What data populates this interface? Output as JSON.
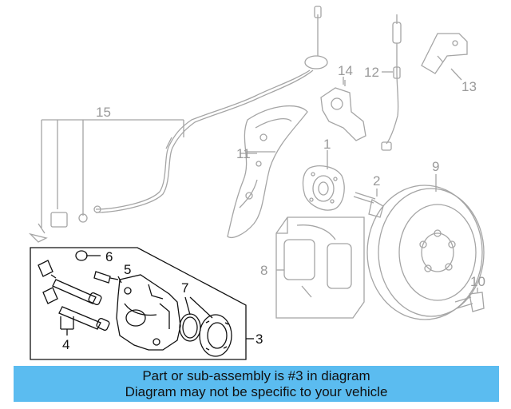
{
  "diagram": {
    "callouts": {
      "c1": "1",
      "c2": "2",
      "c3": "3",
      "c4": "4",
      "c5": "5",
      "c6": "6",
      "c7": "7",
      "c8": "8",
      "c9": "9",
      "c10": "10",
      "c11": "11",
      "c12": "12",
      "c13": "13",
      "c14": "14",
      "c15": "15"
    },
    "colors": {
      "muted_line": "#a0a0a0",
      "highlight_line": "#111111",
      "banner": "#5bbcf0"
    },
    "highlighted_part": "3"
  },
  "banner": {
    "line1": "Part or sub-assembly is #3 in diagram",
    "line2": "Diagram may not be specific to your vehicle"
  }
}
